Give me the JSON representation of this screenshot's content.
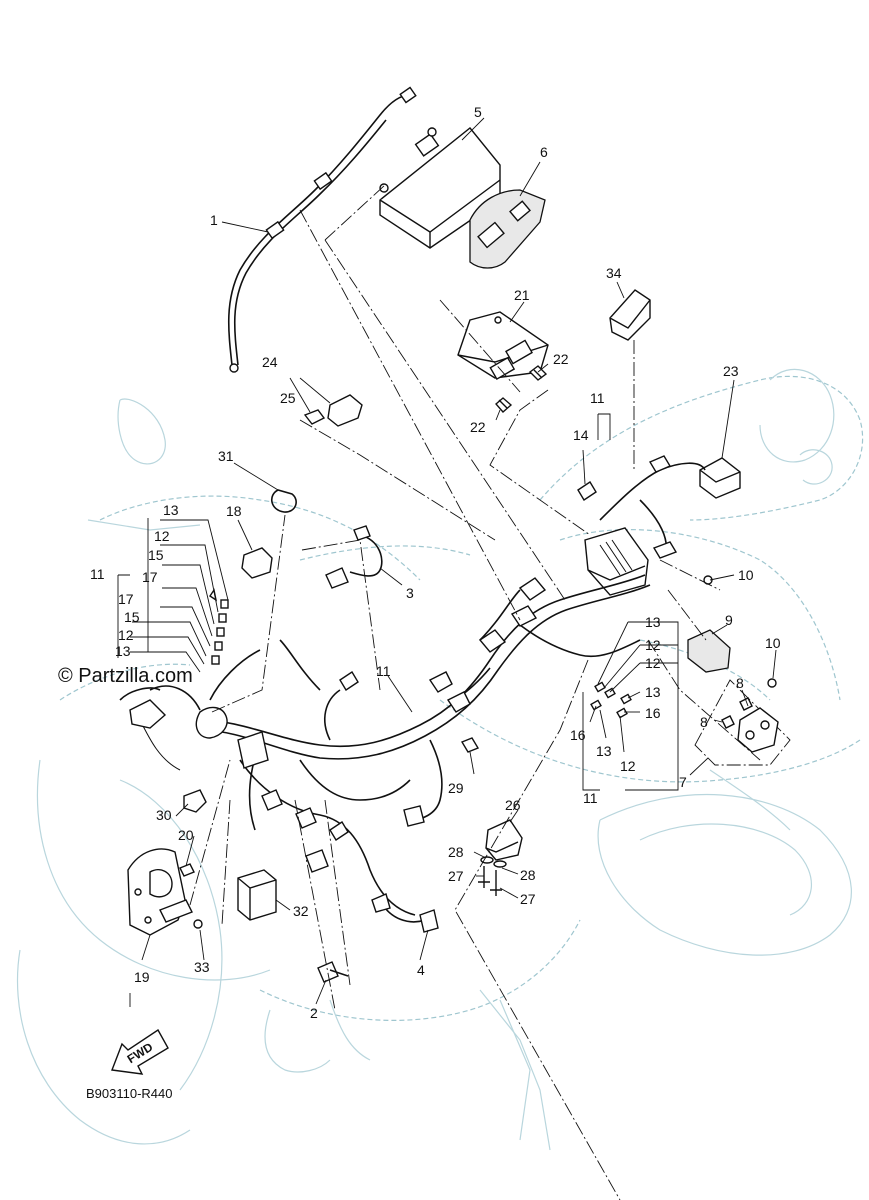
{
  "watermark": "© Partzilla.com",
  "reference_code": "B903110-R440",
  "fwd_label": "FWD",
  "callouts": {
    "c1": "1",
    "c2": "2",
    "c3": "3",
    "c4": "4",
    "c5": "5",
    "c6": "6",
    "c7": "7",
    "c8a": "8",
    "c8b": "8",
    "c9": "9",
    "c10a": "10",
    "c10b": "10",
    "c11a": "11",
    "c11b": "11",
    "c11c": "11",
    "c11d": "11",
    "c12a": "12",
    "c12b": "12",
    "c12c": "12",
    "c12d": "12",
    "c12e": "12",
    "c13a": "13",
    "c13b": "13",
    "c13c": "13",
    "c13d": "13",
    "c13e": "13",
    "c14": "14",
    "c15a": "15",
    "c15b": "15",
    "c16a": "16",
    "c16b": "16",
    "c17a": "17",
    "c17b": "17",
    "c18": "18",
    "c19": "19",
    "c20": "20",
    "c21": "21",
    "c22a": "22",
    "c22b": "22",
    "c23": "23",
    "c24": "24",
    "c25": "25",
    "c26": "26",
    "c27a": "27",
    "c27b": "27",
    "c28a": "28",
    "c28b": "28",
    "c29": "29",
    "c30": "30",
    "c31": "31",
    "c32": "32",
    "c33": "33",
    "c34": "34"
  }
}
